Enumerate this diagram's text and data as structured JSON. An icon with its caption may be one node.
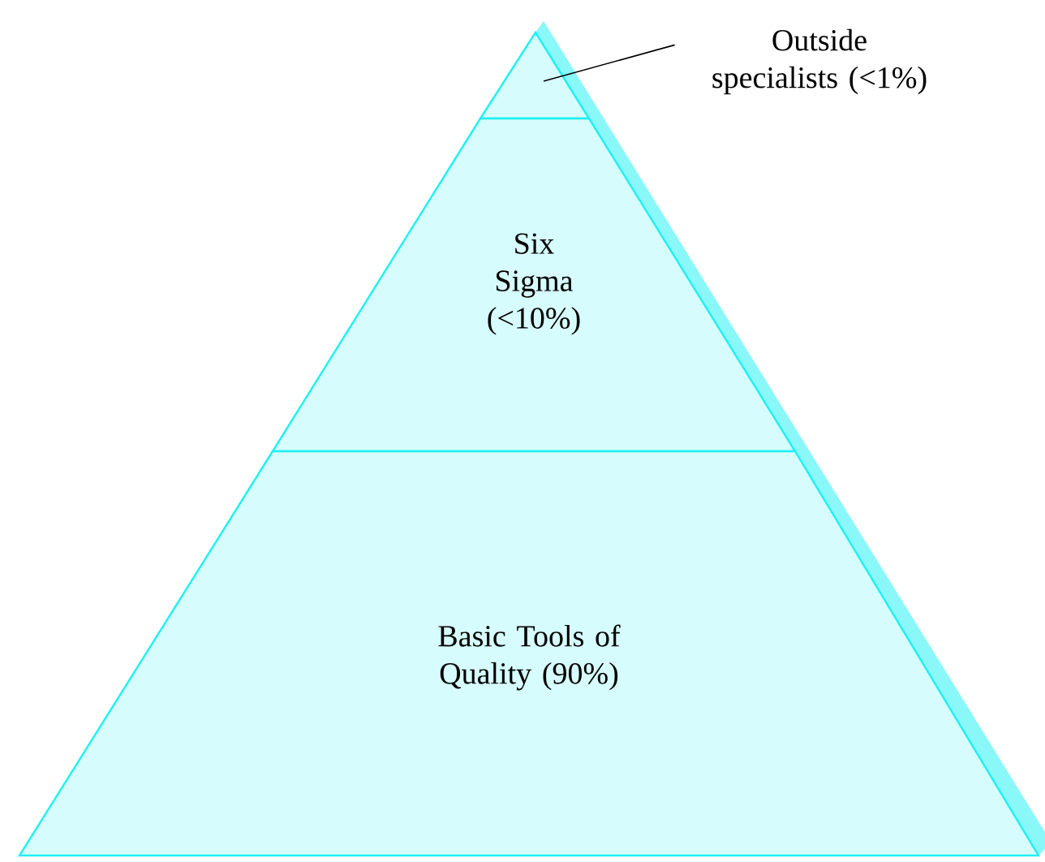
{
  "diagram": {
    "nodes": [
      {
        "text": [],
        "shape": "triangle"
      },
      {
        "text": [
          "Outside specialists (<1%)"
        ]
      },
      {
        "text": [
          "Six Sigma (<10%)"
        ]
      },
      {
        "text": [
          "Basic Tools of Quality (90%)"
        ]
      }
    ],
    "edges": [
      {
        "from": 1,
        "to": 0,
        "arrow": "none"
      }
    ]
  }
}
